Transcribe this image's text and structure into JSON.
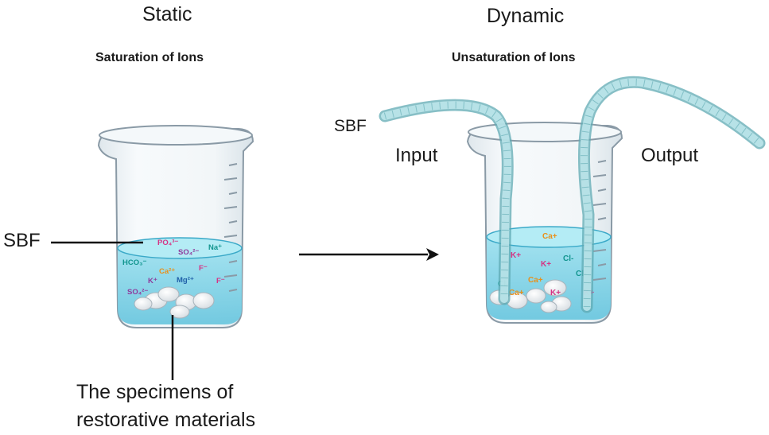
{
  "static_panel": {
    "title": "Static",
    "subtitle": "Saturation of Ions",
    "sbf_label": "SBF",
    "specimens_label": "The specimens of restorative materials",
    "ions": [
      {
        "text": "PO₄³⁻",
        "color": "#d63384"
      },
      {
        "text": "Na⁺",
        "color": "#12958f"
      },
      {
        "text": "SO₄²⁻",
        "color": "#8e3a9c"
      },
      {
        "text": "HCO₃⁻",
        "color": "#12958f"
      },
      {
        "text": "F⁻",
        "color": "#d63384"
      },
      {
        "text": "Ca²⁺",
        "color": "#e8901a"
      },
      {
        "text": "K⁺",
        "color": "#8e3a9c"
      },
      {
        "text": "Mg²⁺",
        "color": "#1f5fa8"
      },
      {
        "text": "F⁻",
        "color": "#d63384"
      },
      {
        "text": "SO₄²⁻",
        "color": "#8e3a9c"
      }
    ]
  },
  "dynamic_panel": {
    "title": "Dynamic",
    "subtitle": "Unsaturation of Ions",
    "sbf_label": "SBF",
    "input_label": "Input",
    "output_label": "Output",
    "ions": [
      {
        "text": "Ca+",
        "color": "#e8901a"
      },
      {
        "text": "K+",
        "color": "#d63384"
      },
      {
        "text": "Cl-",
        "color": "#12958f"
      },
      {
        "text": "K+",
        "color": "#d63384"
      },
      {
        "text": "Cl-",
        "color": "#12958f"
      },
      {
        "text": "Ca+",
        "color": "#e8901a"
      },
      {
        "text": "Cl-",
        "color": "#12958f"
      },
      {
        "text": "Ca+",
        "color": "#e8901a"
      },
      {
        "text": "K+",
        "color": "#d63384"
      },
      {
        "text": "K+",
        "color": "#d63384"
      }
    ]
  },
  "colors": {
    "liquid": "#7fd3e6",
    "liquid_dark": "#3aa9c8",
    "glass": "#8a9aa6",
    "tube": "#7fc7cf"
  }
}
